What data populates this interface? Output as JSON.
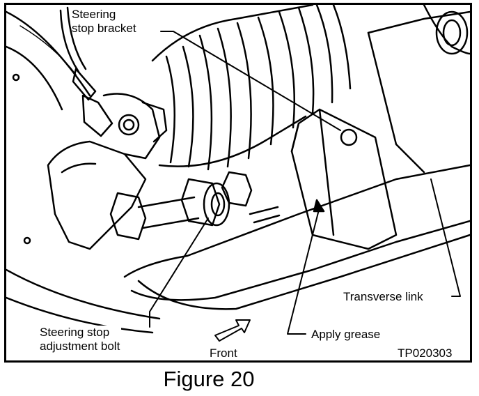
{
  "figure": {
    "caption": "Figure 20",
    "code": "TP020303",
    "labels": {
      "steering_stop_bracket": [
        "Steering",
        "stop bracket"
      ],
      "steering_stop_adjustment_bolt": [
        "Steering stop",
        "adjustment bolt"
      ],
      "apply_grease": "Apply grease",
      "transverse_link": "Transverse link",
      "front": "Front"
    }
  }
}
